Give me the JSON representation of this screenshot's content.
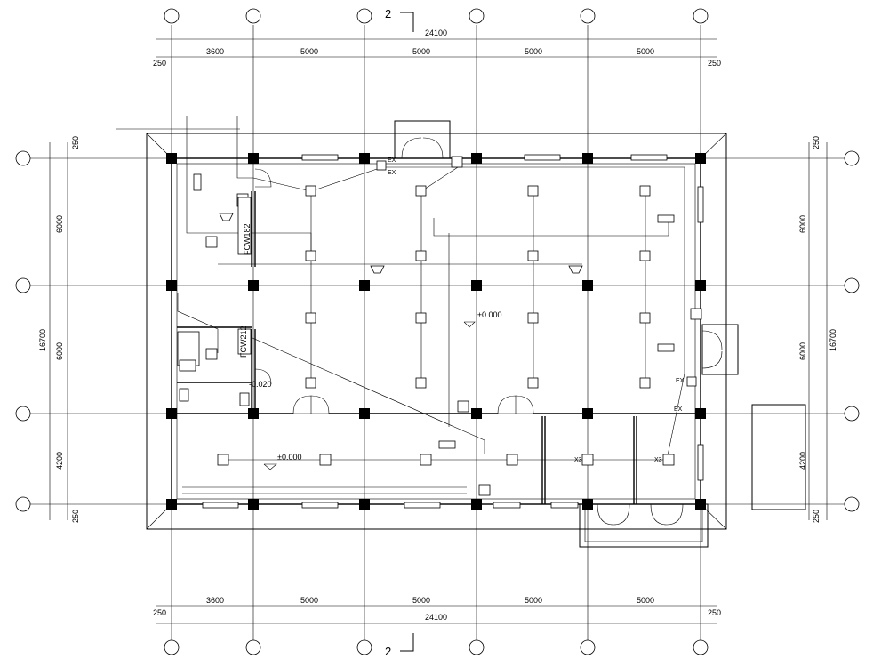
{
  "section_mark": "2",
  "dimensions": {
    "total_width": "24100",
    "total_height": "16700",
    "edge_offset": "250",
    "bays_x": [
      "3600",
      "5000",
      "5000",
      "5000",
      "5000"
    ],
    "bays_y": [
      "6000",
      "6000",
      "4200"
    ]
  },
  "elevations": {
    "main_hall": "±0.000",
    "lower_room": "±0.000",
    "washroom": "-0.020"
  },
  "equipment_tags": {
    "fcu_1": "FCW182",
    "fcu_2": "FCW212",
    "exhaust": "EX",
    "exhaust_small": "EX",
    "x": "X3"
  },
  "colors": {
    "line": "#000000",
    "background": "#ffffff"
  }
}
